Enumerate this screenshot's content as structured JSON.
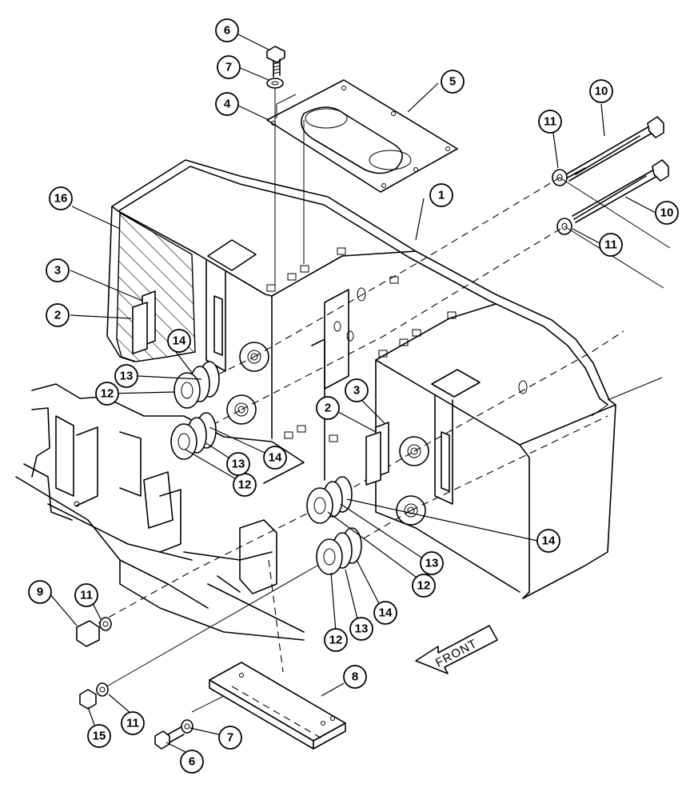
{
  "diagram": {
    "front_label": "FRONT",
    "callouts": [
      {
        "id": "c1",
        "label": "1"
      },
      {
        "id": "c2a",
        "label": "2"
      },
      {
        "id": "c2b",
        "label": "2"
      },
      {
        "id": "c3a",
        "label": "3"
      },
      {
        "id": "c3b",
        "label": "3"
      },
      {
        "id": "c4",
        "label": "4"
      },
      {
        "id": "c5",
        "label": "5"
      },
      {
        "id": "c6a",
        "label": "6"
      },
      {
        "id": "c6b",
        "label": "6"
      },
      {
        "id": "c7a",
        "label": "7"
      },
      {
        "id": "c7b",
        "label": "7"
      },
      {
        "id": "c8",
        "label": "8"
      },
      {
        "id": "c9",
        "label": "9"
      },
      {
        "id": "c10a",
        "label": "10"
      },
      {
        "id": "c10b",
        "label": "10"
      },
      {
        "id": "c11a",
        "label": "11"
      },
      {
        "id": "c11b",
        "label": "11"
      },
      {
        "id": "c11c",
        "label": "11"
      },
      {
        "id": "c11d",
        "label": "11"
      },
      {
        "id": "c12a",
        "label": "12"
      },
      {
        "id": "c12b",
        "label": "12"
      },
      {
        "id": "c12c",
        "label": "12"
      },
      {
        "id": "c12d",
        "label": "12"
      },
      {
        "id": "c13a",
        "label": "13"
      },
      {
        "id": "c13b",
        "label": "13"
      },
      {
        "id": "c13c",
        "label": "13"
      },
      {
        "id": "c13d",
        "label": "13"
      },
      {
        "id": "c14a",
        "label": "14"
      },
      {
        "id": "c14b",
        "label": "14"
      },
      {
        "id": "c14c",
        "label": "14"
      },
      {
        "id": "c14d",
        "label": "14"
      },
      {
        "id": "c15",
        "label": "15"
      },
      {
        "id": "c16",
        "label": "16"
      }
    ]
  }
}
